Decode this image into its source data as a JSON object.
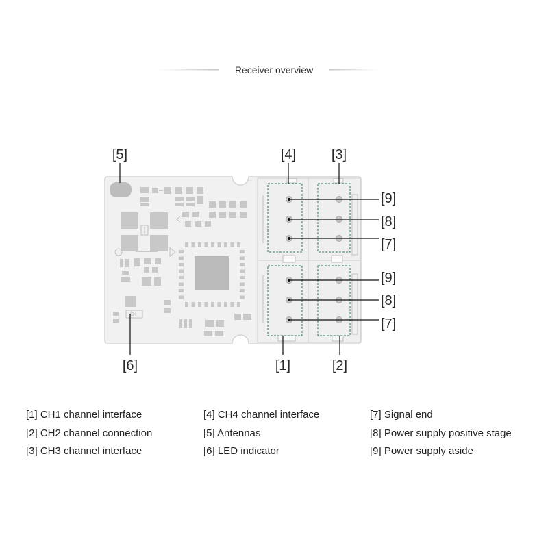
{
  "title": "Receiver overview",
  "colors": {
    "board": "#f1f1f1",
    "component": "#c8c8c8",
    "chip": "#bababa",
    "connector_outline": "#2e7a57",
    "leader_line": "#111111"
  },
  "callouts": {
    "antenna": "[5]",
    "ch4": "[4]",
    "ch3": "[3]",
    "upper_power_aside": "[9]",
    "upper_power_positive": "[8]",
    "upper_signal": "[7]",
    "lower_power_aside": "[9]",
    "lower_power_positive": "[8]",
    "lower_signal": "[7]",
    "ch1": "[1]",
    "ch2": "[2]",
    "led": "[6]"
  },
  "legend": {
    "column_1": [
      "[1] CH1 channel interface",
      "[2] CH2 channel connection",
      "[3] CH3 channel interface"
    ],
    "column_2": [
      "[4] CH4 channel interface",
      "[5] Antennas",
      "[6] LED indicator"
    ],
    "column_3": [
      "[7] Signal end",
      "[8] Power supply positive stage",
      "[9] Power supply aside"
    ]
  }
}
